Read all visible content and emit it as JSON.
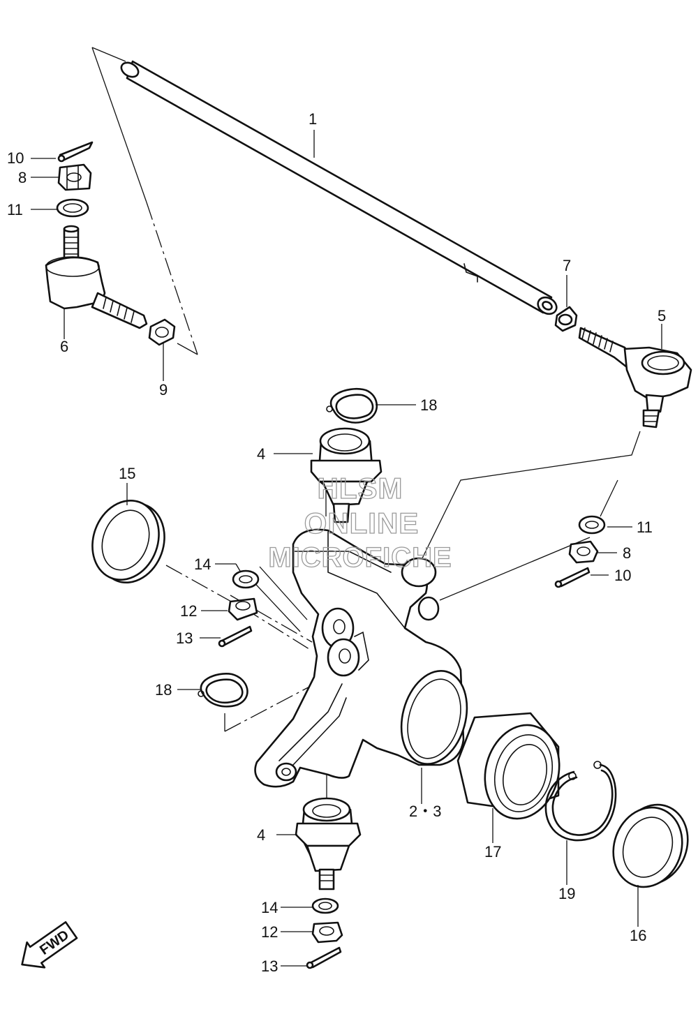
{
  "callouts": {
    "c1": "1",
    "c2_3": "2・3",
    "c4_top": "4",
    "c4_bottom": "4",
    "c5": "5",
    "c6": "6",
    "c7": "7",
    "c8_left": "8",
    "c8_right": "8",
    "c9": "9",
    "c10_left": "10",
    "c10_right": "10",
    "c11_left": "11",
    "c11_right": "11",
    "c12_mid": "12",
    "c12_bottom": "12",
    "c13_mid": "13",
    "c13_bottom": "13",
    "c14_mid": "14",
    "c14_bottom": "14",
    "c15": "15",
    "c16": "16",
    "c17": "17",
    "c18_top": "18",
    "c18_mid": "18",
    "c19": "19"
  },
  "watermark": {
    "line1": "HLSM",
    "line2": "ONLINE",
    "line3": "MICROFICHE"
  },
  "direction_badge": {
    "text": "FWD",
    "icon": "arrow-left-down-icon"
  }
}
